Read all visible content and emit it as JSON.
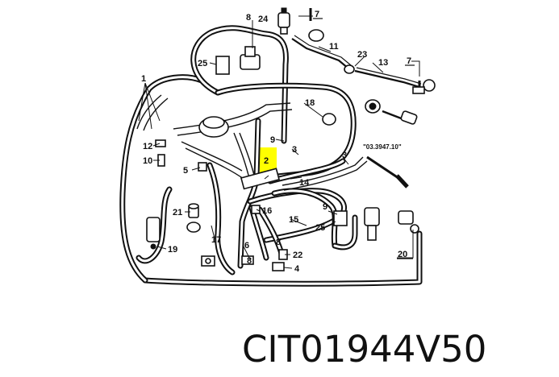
{
  "diagram": {
    "highlight_color": "#ffff00",
    "line_color": "#111111",
    "reference_note": "\"03.3947.10\"",
    "code": "CIT01944V50",
    "labels": {
      "l1": "1",
      "l2": "2",
      "l3a": "3",
      "l3b": "3",
      "l4": "4",
      "l5": "5",
      "l6": "6",
      "l7a": "7",
      "l7b": "7",
      "l8a": "8",
      "l8b": "8",
      "l8c": "8",
      "l9a": "9",
      "l9b": "9",
      "l10": "10",
      "l11": "11",
      "l12": "12",
      "l13": "13",
      "l14": "14",
      "l15": "15",
      "l16": "16",
      "l17": "17",
      "l18": "18",
      "l19": "19",
      "l20": "20",
      "l21": "21",
      "l22": "22",
      "l23": "23",
      "l24": "24",
      "l25a": "25",
      "l25b": "25"
    }
  }
}
